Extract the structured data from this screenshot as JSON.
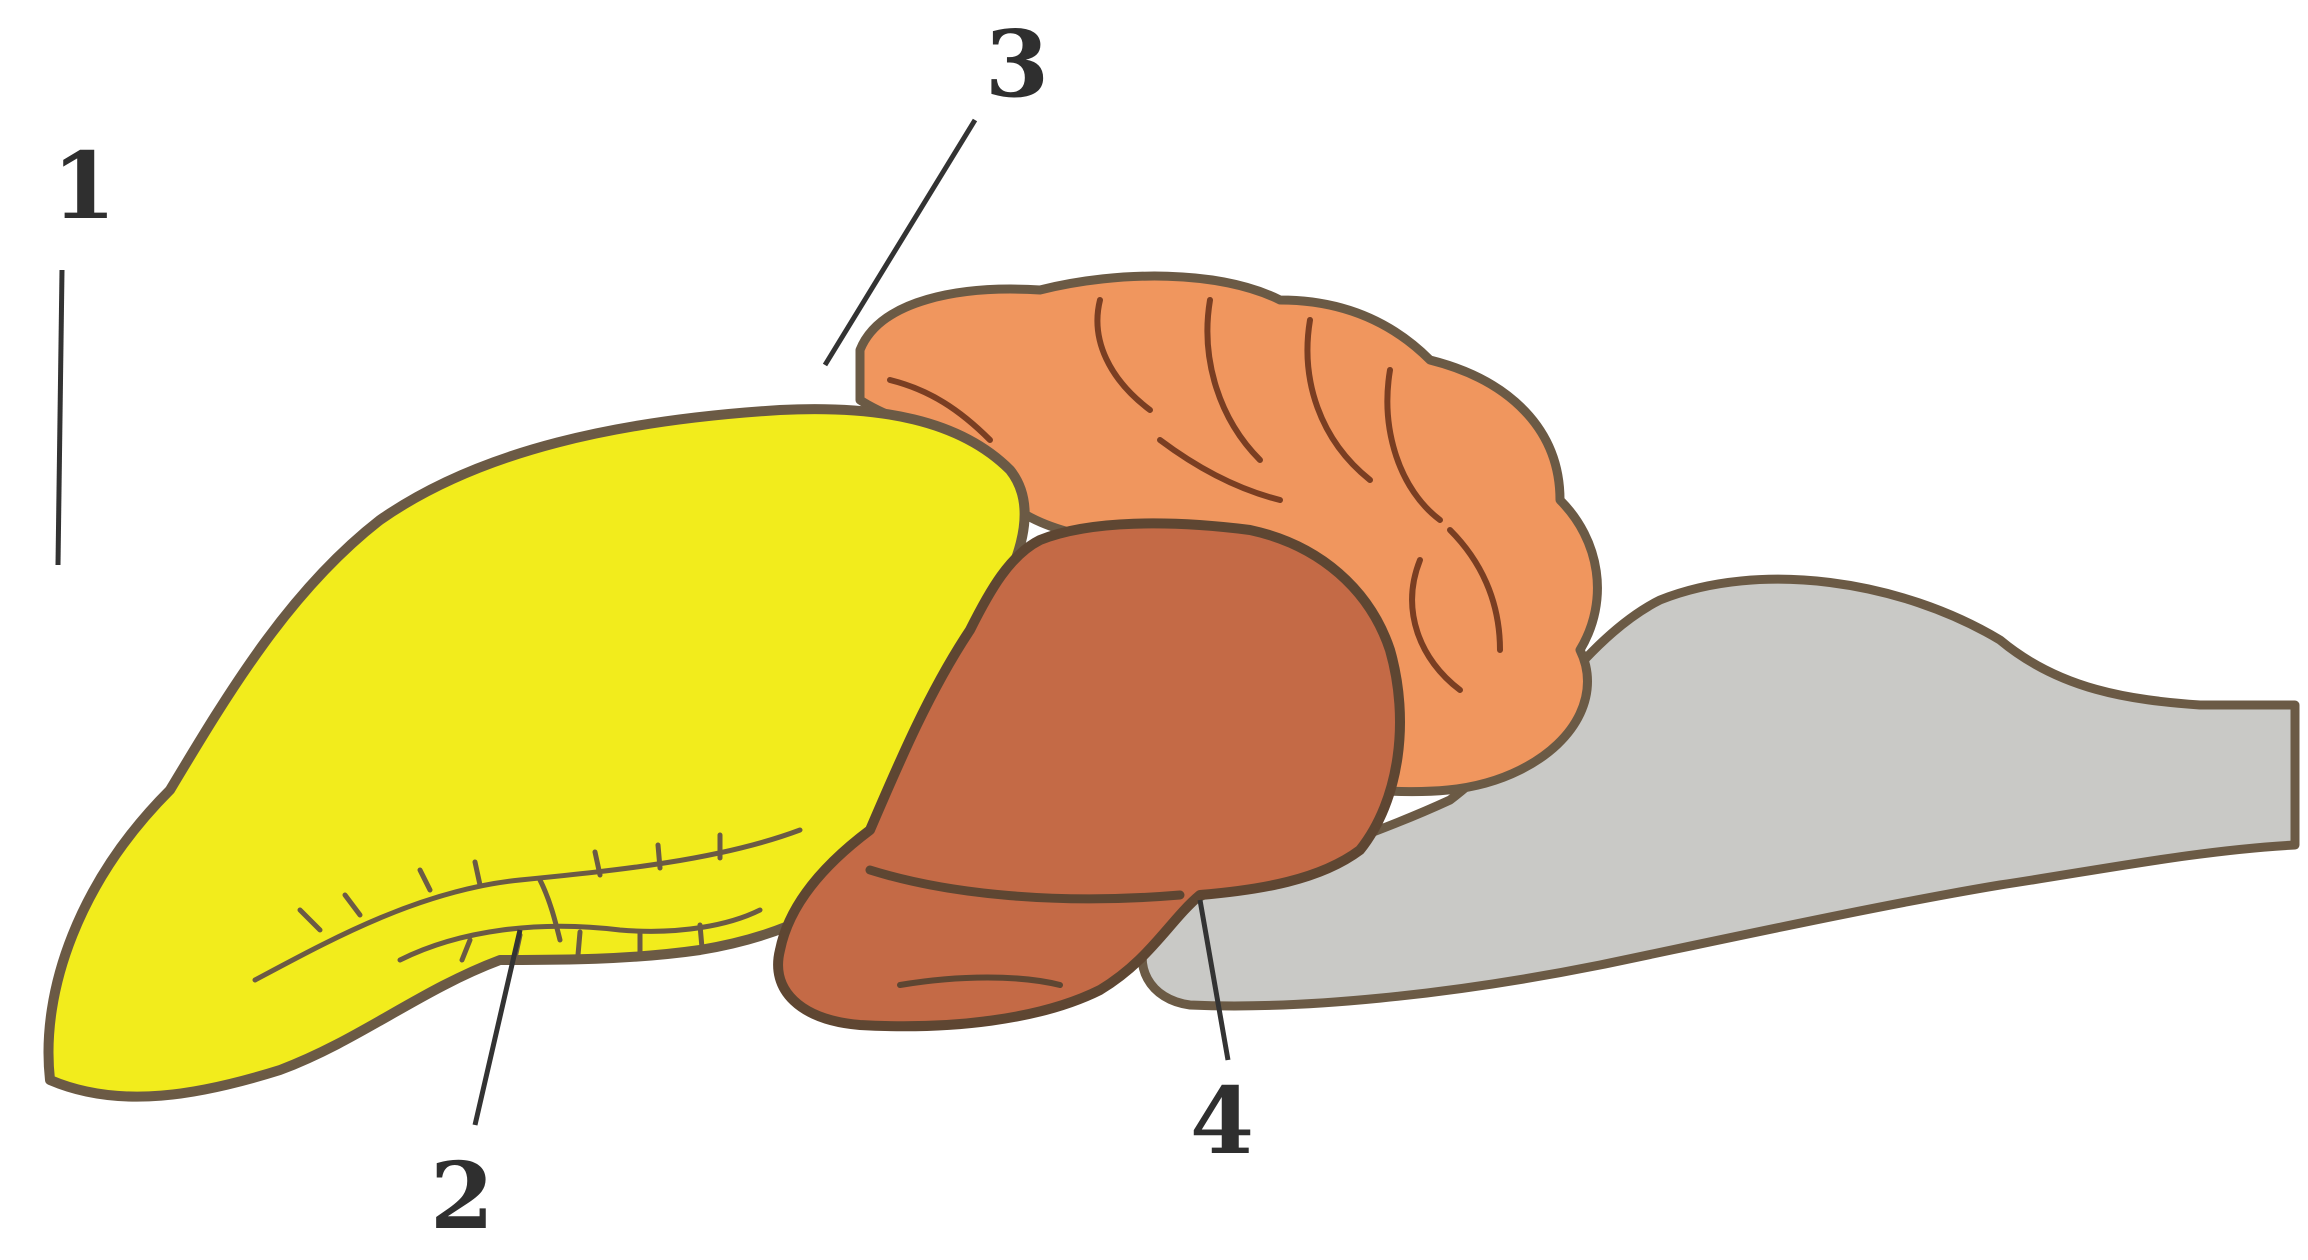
{
  "labels": {
    "one": "1",
    "two": "2",
    "three": "3",
    "four": "4"
  },
  "colors": {
    "background": "#ffffff",
    "yellow_region": "#f2ec1c",
    "orange_region": "#f0965e",
    "brown_region": "#c46a46",
    "gray_region": "#c9c9c6",
    "outline": "#6b5a45"
  }
}
